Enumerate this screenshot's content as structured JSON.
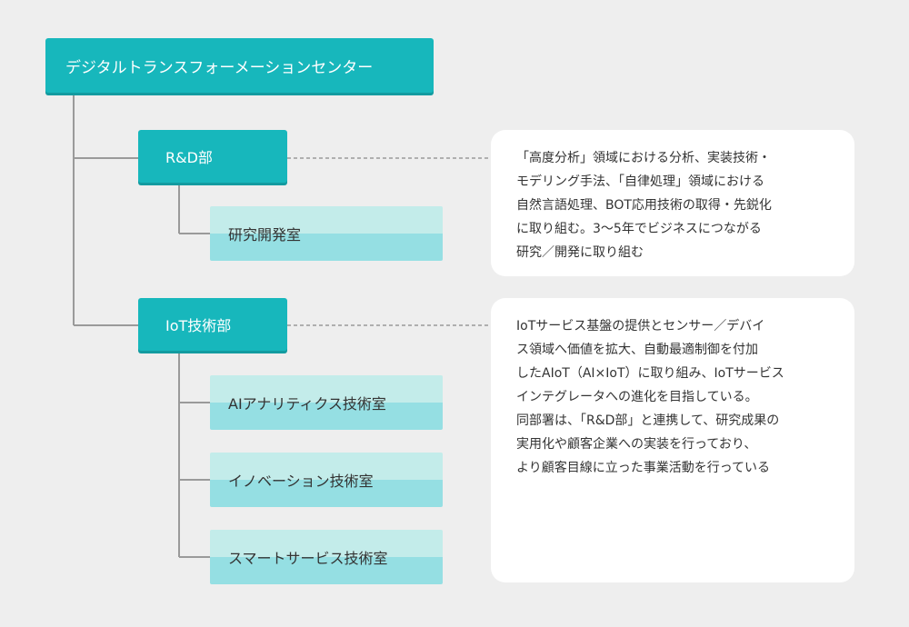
{
  "org": {
    "root": {
      "label": "デジタルトランスフォーメーションセンター"
    },
    "departments": [
      {
        "label": "R&D部",
        "offices": [
          {
            "label": "研究開発室"
          }
        ],
        "description_lines": [
          "「高度分析」領域における分析、実装技術・",
          "モデリング手法、「自律処理」領域における",
          "自然言語処理、BOT応用技術の取得・先鋭化",
          "に取り組む。3～5年でビジネスにつながる",
          "研究／開発に取り組む"
        ]
      },
      {
        "label": "IoT技術部",
        "offices": [
          {
            "label": "AIアナリティクス技術室"
          },
          {
            "label": "イノベーション技術室"
          },
          {
            "label": "スマートサービス技術室"
          }
        ],
        "description_lines": [
          "IoTサービス基盤の提供とセンサー／デバイ",
          "ス領域へ価値を拡大、自動最適制御を付加",
          "したAIoT（AI×IoT）に取り組み、IoTサービス",
          "インテグレータへの進化を目指している。",
          "同部署は、「R&D部」と連携して、研究成果の",
          "実用化や顧客企業への実装を行っており、",
          "より顧客目線に立った事業活動を行っている"
        ]
      }
    ]
  },
  "colors": {
    "node_primary": "#17b7bc",
    "node_secondary_top": "#c3ecea",
    "node_secondary_bottom": "#95dfe3",
    "connector": "#9a9a9a",
    "card_background": "#ffffff",
    "page_background": "#eeeeee"
  }
}
